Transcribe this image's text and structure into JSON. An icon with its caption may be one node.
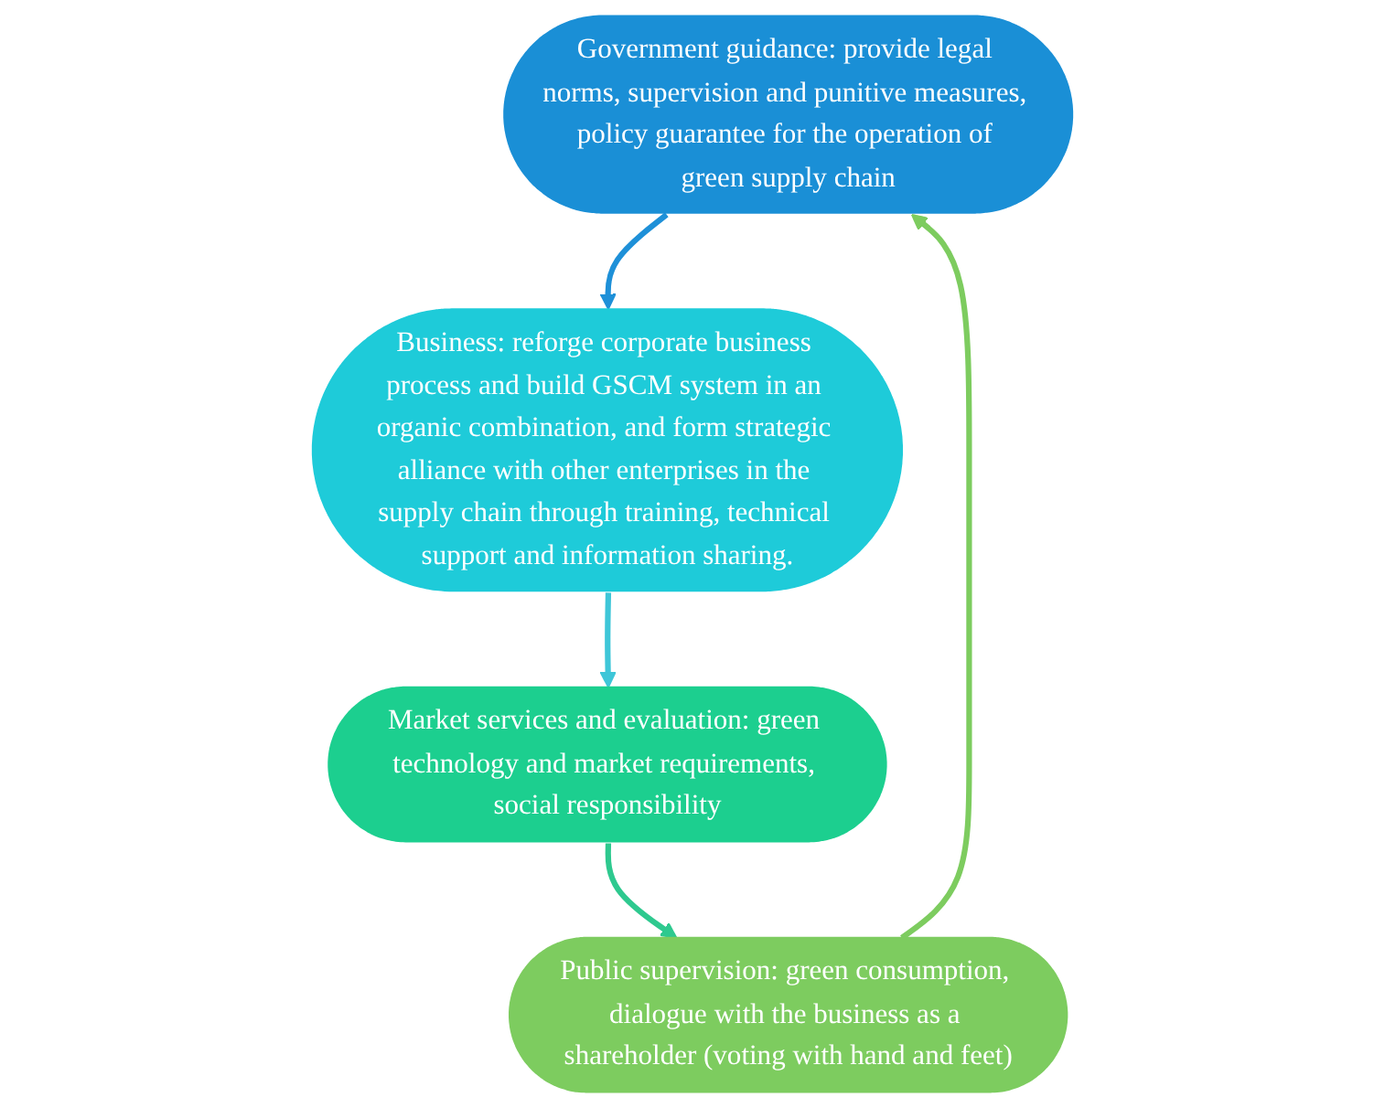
{
  "diagram": {
    "nodes": [
      {
        "text": [
          "Government guidance: provide legal norms, supervision and punitive measures, policy guarantee for the operation of green supply chain"
        ]
      },
      {
        "text": [
          "Business: reforge corporate business process and build GSCM system in an organic combination, and form strategic alliance with other enterprises in the supply chain through training, technical support and information sharing."
        ]
      },
      {
        "text": [
          "Market services and evaluation: green technology and market requirements, social responsibility"
        ]
      },
      {
        "text": [
          "Public supervision: green consumption, dialogue with the business as a shareholder (voting with hand and feet)"
        ]
      }
    ],
    "edges": [
      {
        "from": 0,
        "to": 1,
        "arrow": "to",
        "color": "#1e90d8"
      },
      {
        "from": 1,
        "to": 2,
        "arrow": "to",
        "color": "#3ec6d8"
      },
      {
        "from": 2,
        "to": 3,
        "arrow": "to",
        "color": "#2ec98f"
      },
      {
        "from": 3,
        "to": 0,
        "arrow": "to",
        "color": "#7dcc5f"
      }
    ]
  }
}
